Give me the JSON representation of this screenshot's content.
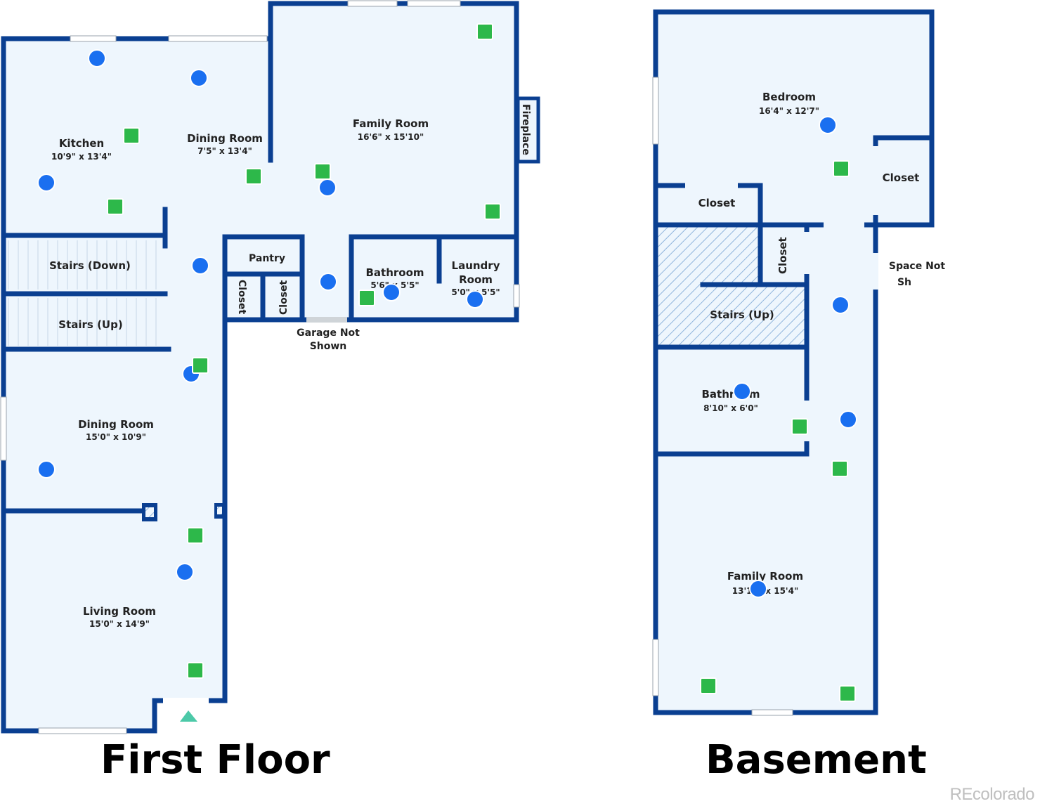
{
  "colors": {
    "wall": "#0a3f91",
    "floor": "#eef6fd",
    "blue_marker": "#1a6ff0",
    "green_marker": "#2db84a",
    "entry_marker": "#4cc9a8"
  },
  "first_floor": {
    "title": "First Floor",
    "rooms": {
      "kitchen": {
        "name": "Kitchen",
        "dim": "10'9\" x 13'4\""
      },
      "dining_room_upper": {
        "name": "Dining Room",
        "dim": "7'5\" x 13'4\""
      },
      "family_room": {
        "name": "Family Room",
        "dim": "16'6\" x 15'10\""
      },
      "fireplace": {
        "name": "Fireplace"
      },
      "pantry": {
        "name": "Pantry"
      },
      "closet_1": {
        "name": "Closet"
      },
      "closet_2": {
        "name": "Closet"
      },
      "bathroom": {
        "name": "Bathroom",
        "dim": "5'6\" x 5'5\""
      },
      "laundry": {
        "name_line1": "Laundry",
        "name_line2": "Room",
        "dim": "5'0\" x 5'5\""
      },
      "stairs_down": {
        "name": "Stairs (Down)"
      },
      "stairs_up": {
        "name": "Stairs (Up)"
      },
      "garage": {
        "line1": "Garage Not",
        "line2": "Shown"
      },
      "dining_room_lower": {
        "name": "Dining Room",
        "dim": "15'0\" x 10'9\""
      },
      "living_room": {
        "name": "Living Room",
        "dim": "15'0\" x 14'9\""
      }
    }
  },
  "basement": {
    "title": "Basement",
    "rooms": {
      "bedroom": {
        "name": "Bedroom",
        "dim": "16'4\" x 12'7\""
      },
      "closet_right": {
        "name": "Closet"
      },
      "closet_left": {
        "name": "Closet"
      },
      "closet_vertical": {
        "name": "Closet"
      },
      "space_not_shown": {
        "line1": "Space Not",
        "line2": "Sh"
      },
      "stairs_up": {
        "name": "Stairs (Up)"
      },
      "bathroom": {
        "name": "Bathroom",
        "dim": "8'10\" x 6'0\""
      },
      "family_room": {
        "name": "Family Room",
        "dim": "13'11\" x 15'4\""
      }
    }
  },
  "watermark": "REcolorado"
}
